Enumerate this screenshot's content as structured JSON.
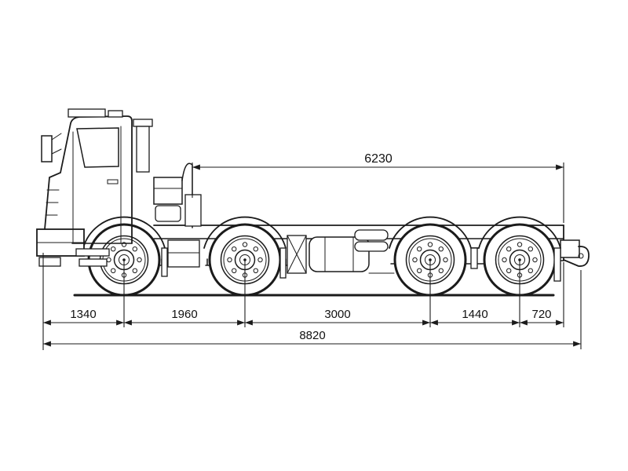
{
  "diagram": {
    "dims": {
      "frame_span": "6230",
      "front_overhang": "1340",
      "axle1_to_axle2": "1960",
      "axle2_to_axle3": "3000",
      "axle3_to_axle4": "1440",
      "rear_overhang": "720",
      "overall_length": "8820"
    },
    "colors": {
      "line": "#1b1b1b",
      "background": "#ffffff"
    }
  }
}
